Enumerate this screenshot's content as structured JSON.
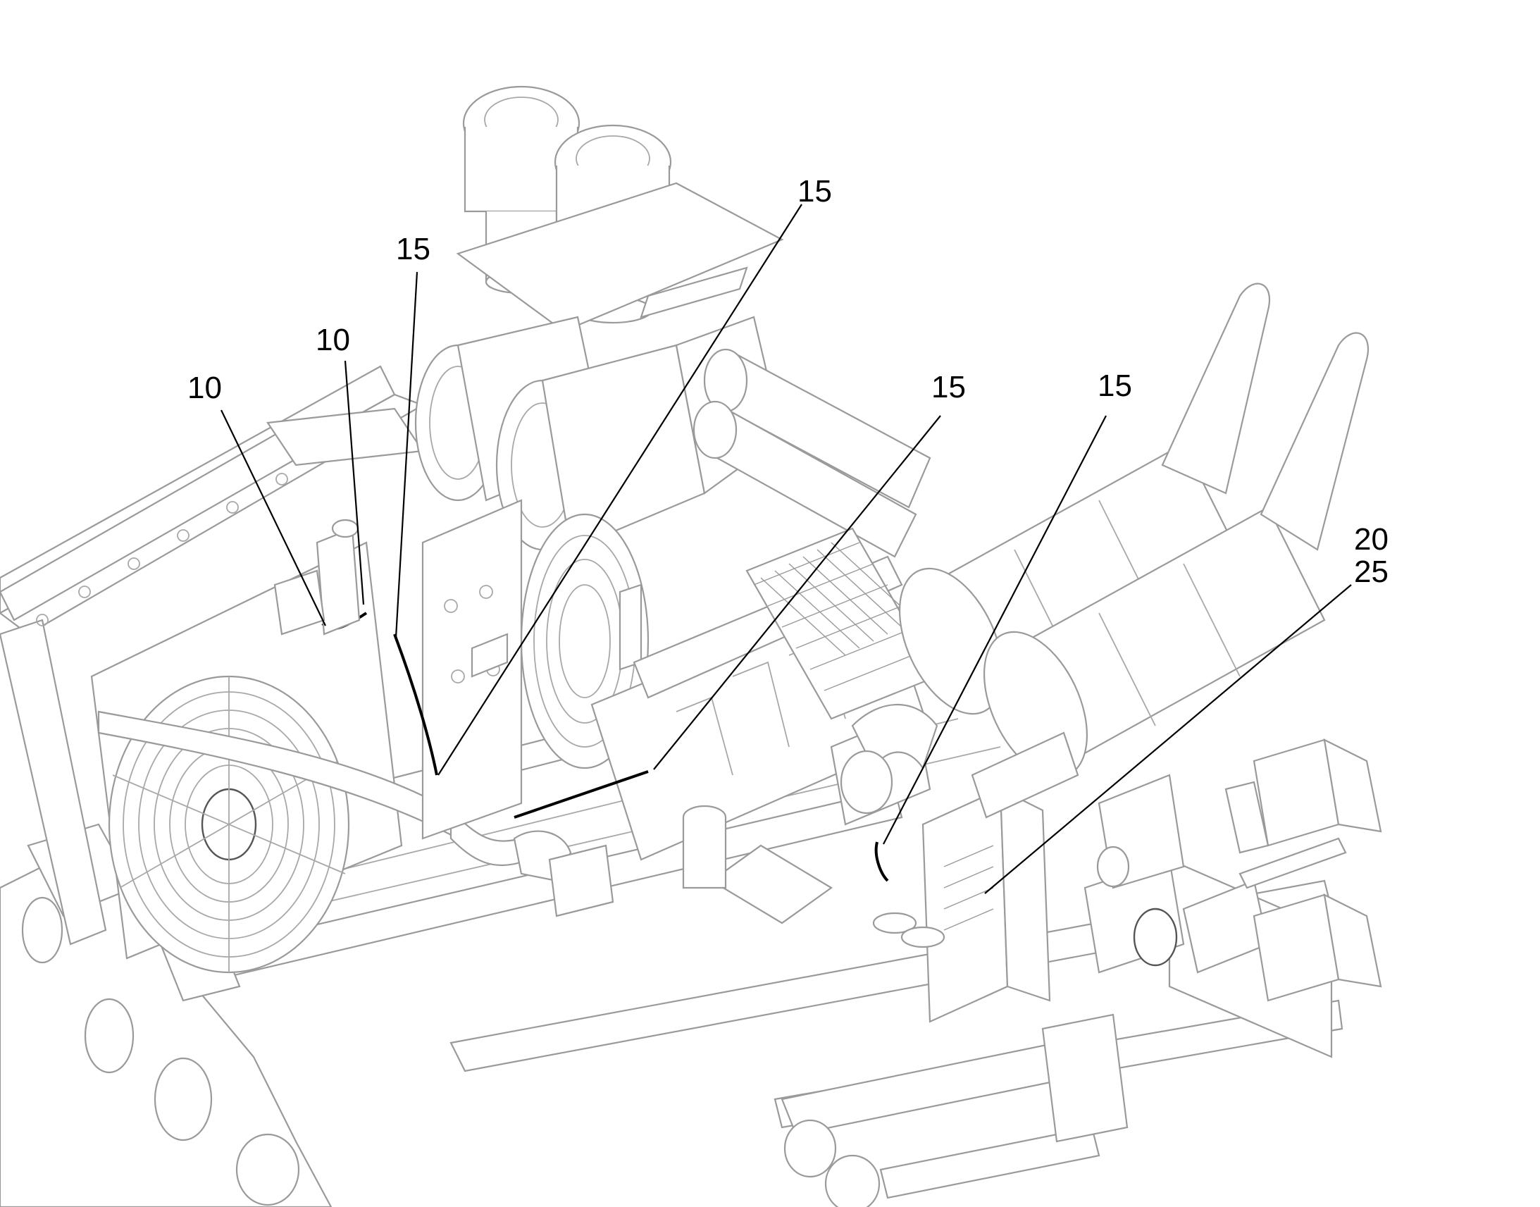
{
  "callouts": [
    {
      "id": "c1",
      "label": "10"
    },
    {
      "id": "c2",
      "label": "10"
    },
    {
      "id": "c3",
      "label": "15"
    },
    {
      "id": "c4",
      "label": "15"
    },
    {
      "id": "c5",
      "label": "15"
    },
    {
      "id": "c6",
      "label": "15"
    },
    {
      "id": "c7",
      "label": "20"
    },
    {
      "id": "c8",
      "label": "25"
    }
  ]
}
